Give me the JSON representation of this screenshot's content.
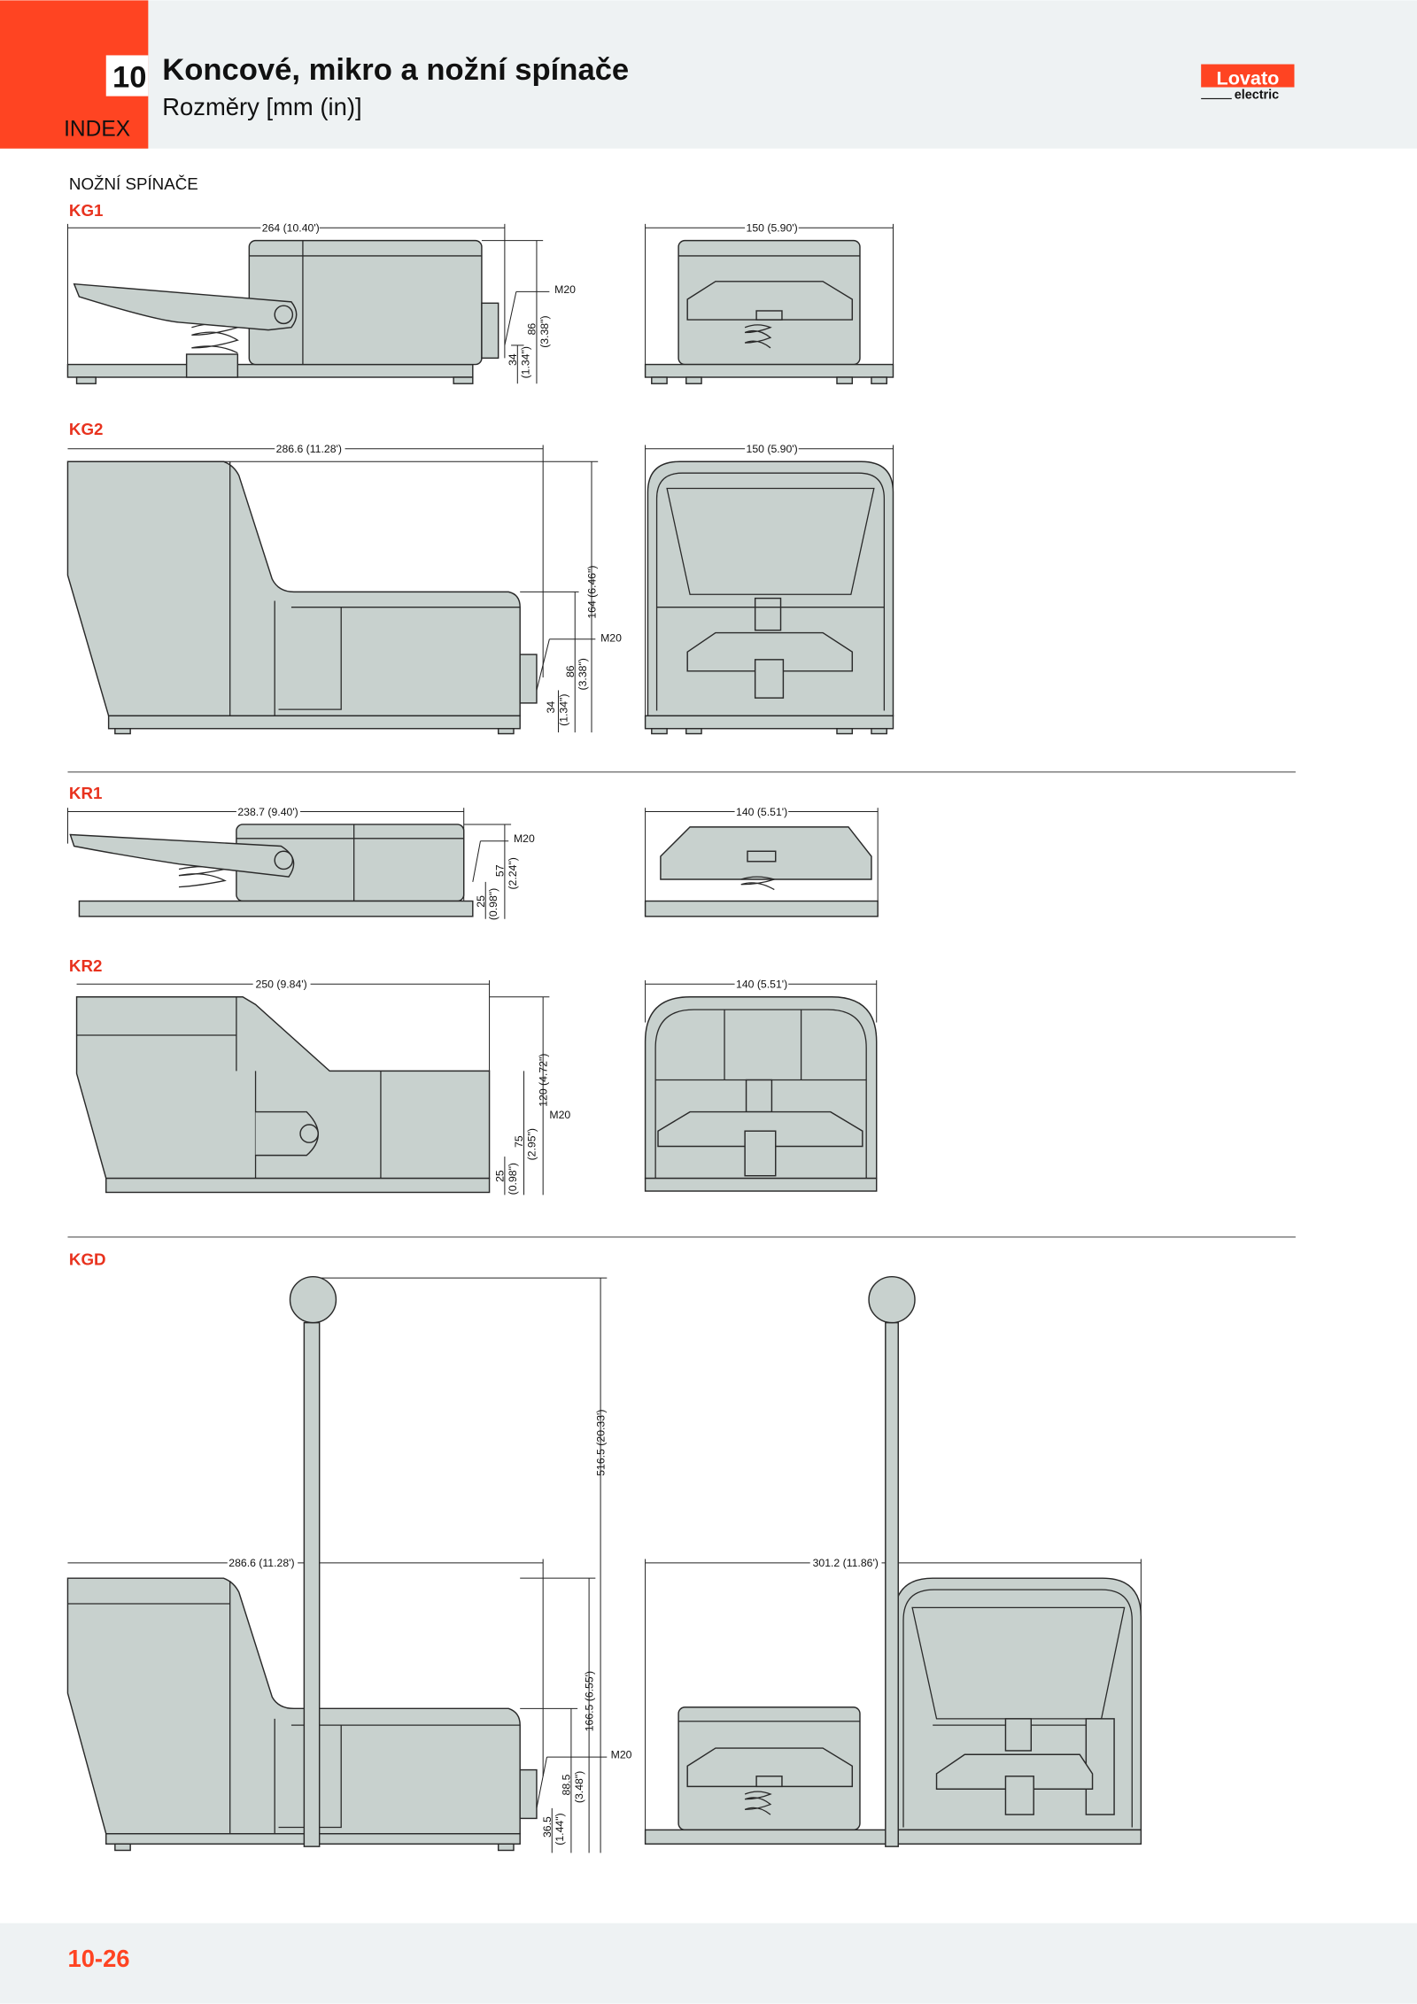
{
  "header": {
    "chapter_number": "10",
    "index_label": "INDEX",
    "title": "Koncové, mikro a nožní spínače",
    "subtitle": "Rozměry [mm (in)]",
    "logo_brand": "Lovato",
    "logo_sub": "electric",
    "accent_color": "#ff4422"
  },
  "section_title": "NOŽNÍ SPÍNAČE",
  "models": {
    "kg1": {
      "label": "KG1",
      "side_width": "264 (10.40')",
      "front_width": "150 (5.90')",
      "h_mm": "86",
      "h_in": "(3.38\")",
      "c_mm": "34",
      "c_in": "(1.34\")",
      "thread": "M20"
    },
    "kg2": {
      "label": "KG2",
      "side_width": "286.6 (11.28')",
      "front_width": "150 (5.90')",
      "total_h": "164 (6.46\")",
      "h_mm": "86",
      "h_in": "(3.38\")",
      "c_mm": "34",
      "c_in": "(1.34\")",
      "thread": "M20"
    },
    "kr1": {
      "label": "KR1",
      "side_width": "238.7 (9.40')",
      "front_width": "140 (5.51')",
      "h_mm": "57",
      "h_in": "(2.24\")",
      "c_mm": "25",
      "c_in": "(0.98\")",
      "thread": "M20"
    },
    "kr2": {
      "label": "KR2",
      "side_width": "250 (9.84')",
      "front_width": "140 (5.51')",
      "total_h": "120 (4.72\")",
      "h_mm": "75",
      "h_in": "(2.95\")",
      "c_mm": "25",
      "c_in": "(0.98\")",
      "thread": "M20"
    },
    "kgd": {
      "label": "KGD",
      "lever_h": "516.5 (20.33')",
      "side_width": "286.6 (11.28')",
      "front_width": "301.2 (11.86')",
      "total_h": "166.5 (6.55')",
      "h_mm": "88.5",
      "h_in": "(3.48\")",
      "c_mm": "36.5",
      "c_in": "(1.44\")",
      "thread": "M20"
    }
  },
  "footer": {
    "page_number": "10-26"
  }
}
